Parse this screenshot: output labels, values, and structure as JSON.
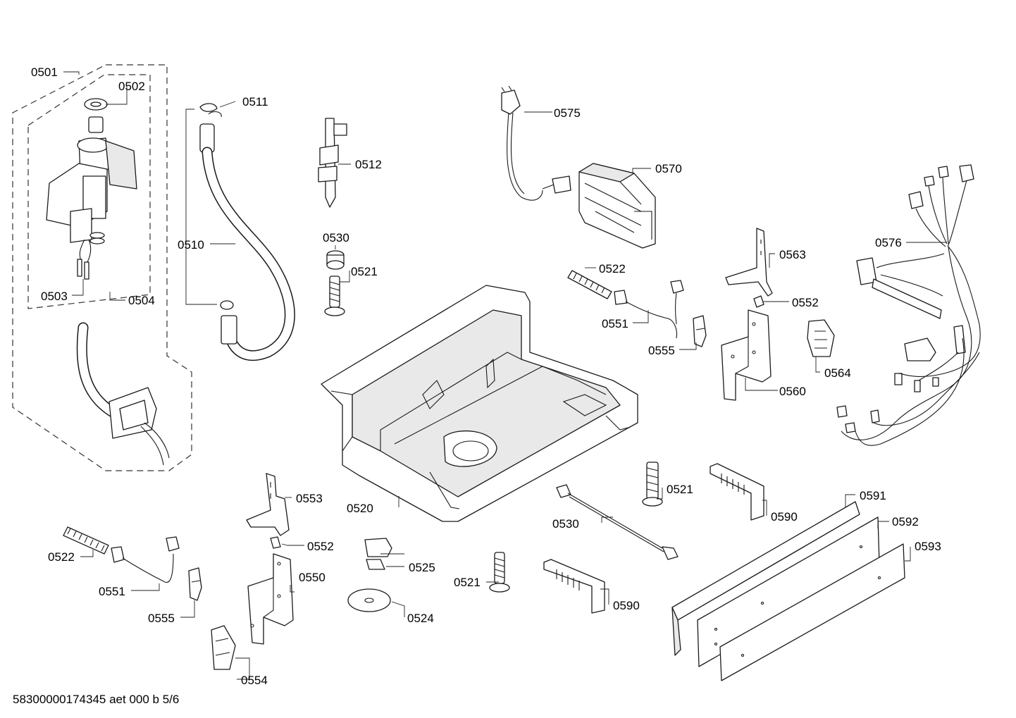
{
  "footer": {
    "drawing_id": "58300000174345 aet 000 b 5/6"
  },
  "parts": [
    {
      "id": "p0501",
      "label": "0501"
    },
    {
      "id": "p0502",
      "label": "0502"
    },
    {
      "id": "p0503",
      "label": "0503"
    },
    {
      "id": "p0504",
      "label": "0504"
    },
    {
      "id": "p0510",
      "label": "0510"
    },
    {
      "id": "p0511",
      "label": "0511"
    },
    {
      "id": "p0512",
      "label": "0512"
    },
    {
      "id": "p0530a",
      "label": "0530"
    },
    {
      "id": "p0521a",
      "label": "0521"
    },
    {
      "id": "p0575",
      "label": "0575"
    },
    {
      "id": "p0570",
      "label": "0570"
    },
    {
      "id": "p0522a",
      "label": "0522"
    },
    {
      "id": "p0551a",
      "label": "0551"
    },
    {
      "id": "p0555a",
      "label": "0555"
    },
    {
      "id": "p0563",
      "label": "0563"
    },
    {
      "id": "p0552a",
      "label": "0552"
    },
    {
      "id": "p0560",
      "label": "0560"
    },
    {
      "id": "p0564",
      "label": "0564"
    },
    {
      "id": "p0576",
      "label": "0576"
    },
    {
      "id": "p0520",
      "label": "0520"
    },
    {
      "id": "p0553",
      "label": "0553"
    },
    {
      "id": "p0552b",
      "label": "0552"
    },
    {
      "id": "p0550",
      "label": "0550"
    },
    {
      "id": "p0522b",
      "label": "0522"
    },
    {
      "id": "p0551b",
      "label": "0551"
    },
    {
      "id": "p0555b",
      "label": "0555"
    },
    {
      "id": "p0554",
      "label": "0554"
    },
    {
      "id": "p0525",
      "label": "0525"
    },
    {
      "id": "p0524",
      "label": "0524"
    },
    {
      "id": "p0521b",
      "label": "0521"
    },
    {
      "id": "p0530b",
      "label": "0530"
    },
    {
      "id": "p0521c",
      "label": "0521"
    },
    {
      "id": "p0590a",
      "label": "0590"
    },
    {
      "id": "p0590b",
      "label": "0590"
    },
    {
      "id": "p0591",
      "label": "0591"
    },
    {
      "id": "p0592",
      "label": "0592"
    },
    {
      "id": "p0593",
      "label": "0593"
    }
  ]
}
